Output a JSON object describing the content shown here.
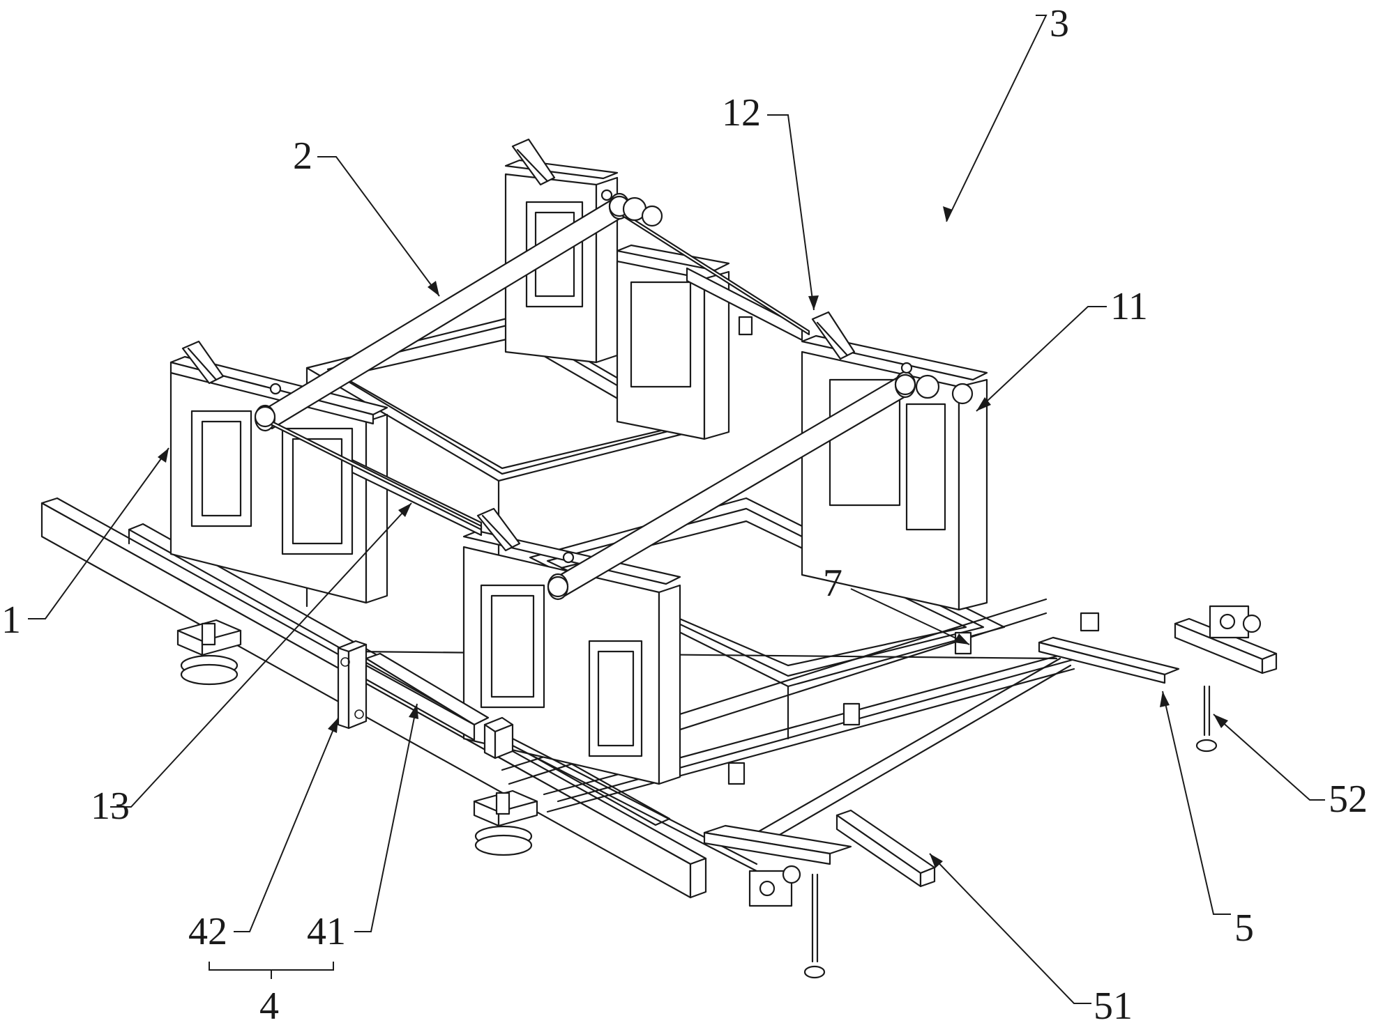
{
  "figure": {
    "callouts": [
      {
        "id": "c3",
        "text": "3"
      },
      {
        "id": "c12",
        "text": "12"
      },
      {
        "id": "c2",
        "text": "2"
      },
      {
        "id": "c11",
        "text": "11"
      },
      {
        "id": "c1",
        "text": "1"
      },
      {
        "id": "c7",
        "text": "7"
      },
      {
        "id": "c13",
        "text": "13"
      },
      {
        "id": "c52",
        "text": "52"
      },
      {
        "id": "c5",
        "text": "5"
      },
      {
        "id": "c42",
        "text": "42"
      },
      {
        "id": "c41",
        "text": "41"
      },
      {
        "id": "c4",
        "text": "4"
      },
      {
        "id": "c51",
        "text": "51"
      }
    ]
  }
}
